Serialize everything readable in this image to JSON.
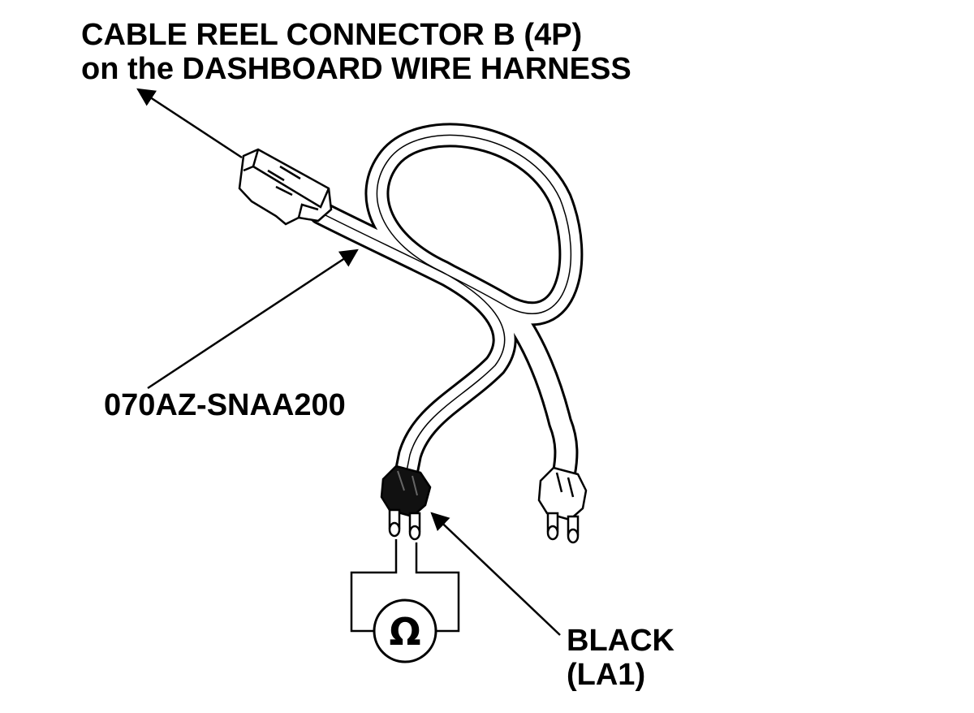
{
  "labels": {
    "connector_line1": "CABLE REEL CONNECTOR B (4P)",
    "connector_line2": "on the DASHBOARD WIRE HARNESS",
    "part_number": "070AZ-SNAA200",
    "black_line1": "BLACK",
    "black_line2": "(LA1)"
  },
  "meter_symbol": "Ω",
  "colors": {
    "line": "#000000",
    "background": "#ffffff",
    "black_plug": "#111111"
  }
}
